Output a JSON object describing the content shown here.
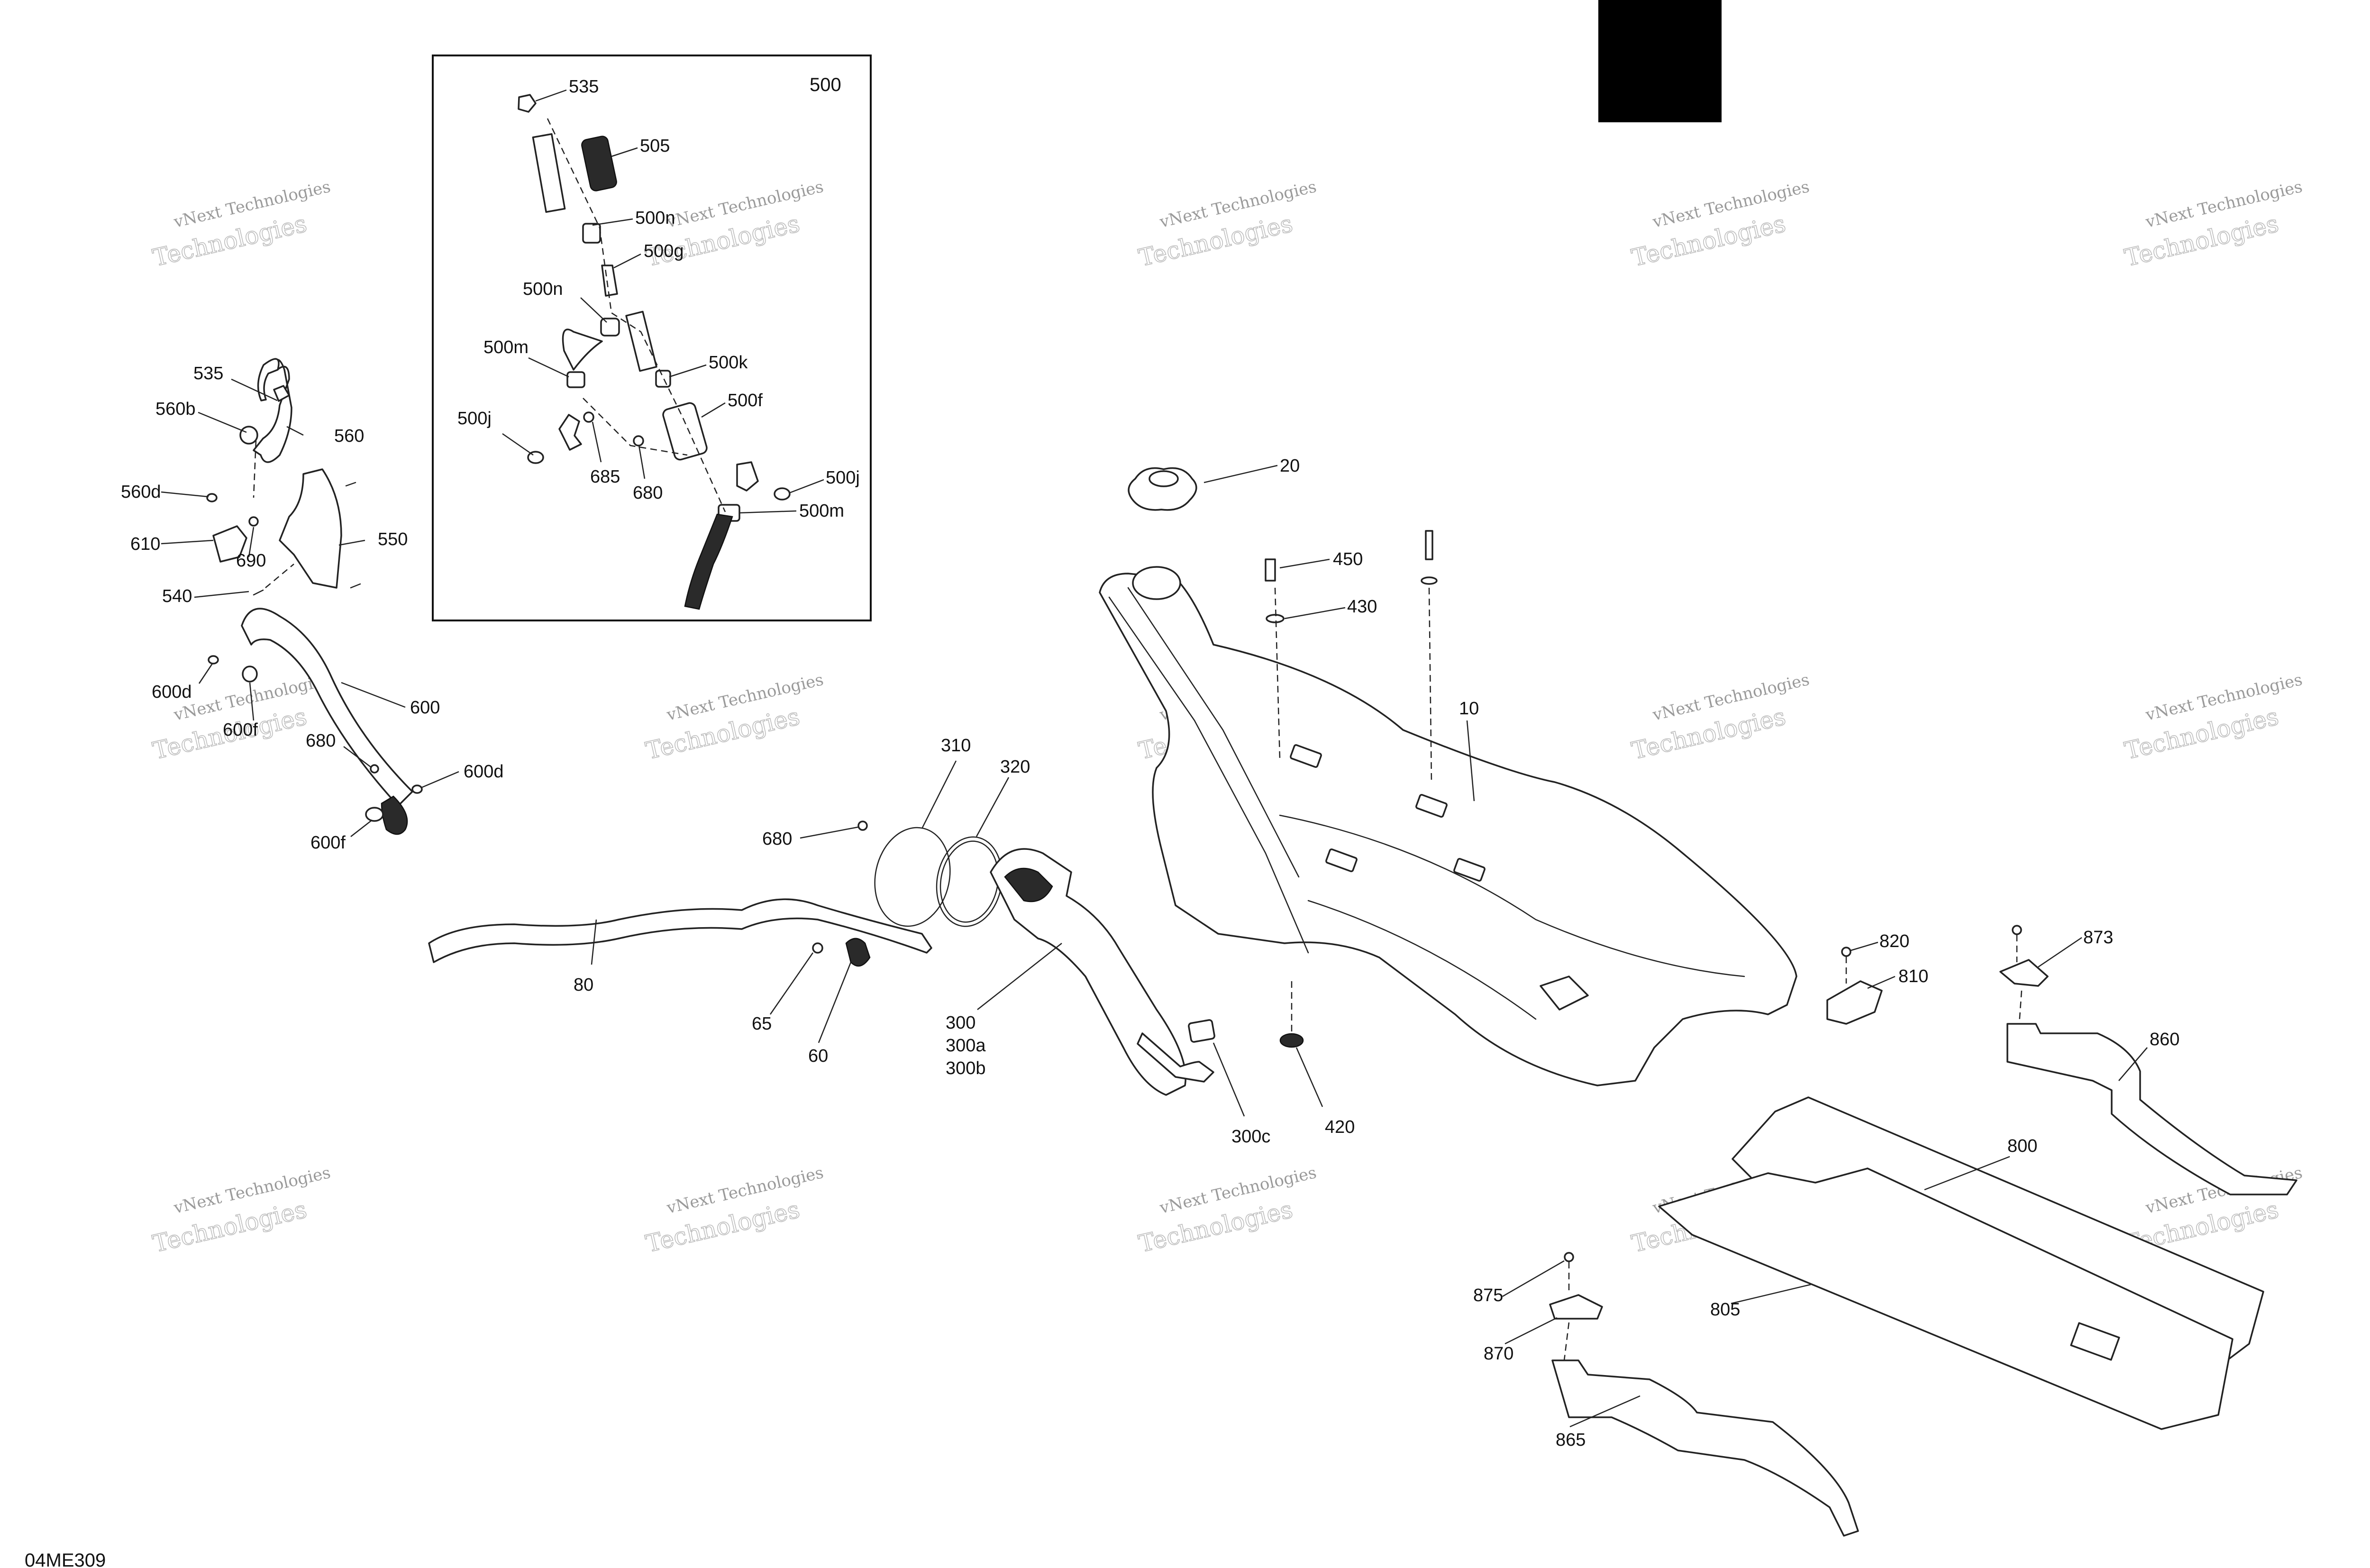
{
  "document_code": "04ME309",
  "inset": {
    "title": "500"
  },
  "watermark": {
    "line1": "vNext Technologies",
    "line2": "Technologies"
  },
  "callouts": {
    "c10": "10",
    "c20": "20",
    "c60": "60",
    "c65": "65",
    "c80": "80",
    "c300": "300",
    "c300a": "300a",
    "c300b": "300b",
    "c300c": "300c",
    "c310": "310",
    "c320": "320",
    "c420": "420",
    "c430": "430",
    "c450": "450",
    "c535_outer": "535",
    "c540": "540",
    "c550": "550",
    "c560": "560",
    "c560b": "560b",
    "c560d": "560d",
    "c600": "600",
    "c600d_left": "600d",
    "c600d_right": "600d",
    "c600f_upper": "600f",
    "c600f_lower": "600f",
    "c610": "610",
    "c680_pump": "680",
    "c680_hose": "680",
    "c690": "690",
    "c800": "800",
    "c805": "805",
    "c810": "810",
    "c820": "820",
    "c860": "860",
    "c865": "865",
    "c870": "870",
    "c873": "873",
    "c875": "875",
    "i535": "535",
    "i505": "505",
    "i500n_top": "500n",
    "i500g": "500g",
    "i500n_mid": "500n",
    "i500m_left": "500m",
    "i500k": "500k",
    "i500f": "500f",
    "i500j_left": "500j",
    "i685": "685",
    "i680": "680",
    "i500j_right": "500j",
    "i500m_right": "500m"
  },
  "colors": {
    "line": "#222222",
    "block": "#000000",
    "watermark": "#9a9a9a"
  }
}
